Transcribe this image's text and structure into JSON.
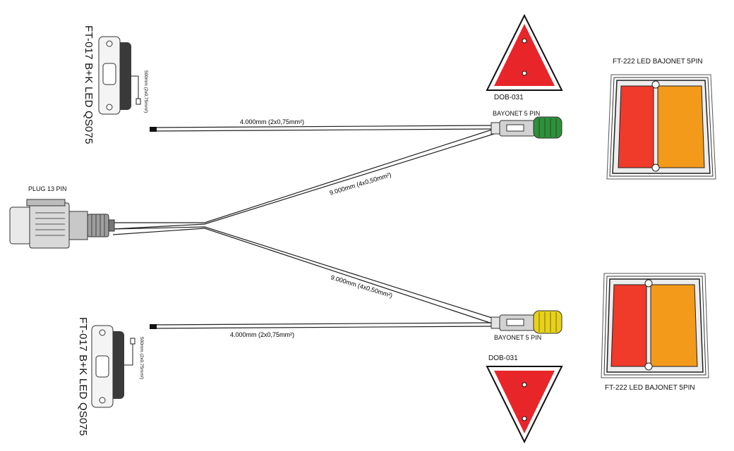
{
  "plug": {
    "label": "PLUG 13 PIN"
  },
  "top": {
    "position_lamp": "FT-017 B+K LED QS075",
    "position_lead": "500mm (2x0,75mm²)",
    "side_cable": "4.000mm (2x0,75mm²)",
    "main_cable": "9.000mm (4x0,50mm²)",
    "connector": "BAYONET 5 PIN",
    "reflector": "DOB-031",
    "rear_lamp": "FT-222 LED BAJONET 5PIN",
    "connector_color": "#2f8f3a"
  },
  "bottom": {
    "position_lamp": "FT-017 B+K LED QS075",
    "position_lead": "500mm (2x0,75mm²)",
    "side_cable": "4.000mm (2x0,75mm²)",
    "main_cable": "9.000mm (4x0,50mm²)",
    "connector": "BAYONET 5 PIN",
    "reflector": "DOB-031",
    "rear_lamp": "FT-222 LED BAJONET 5PIN",
    "connector_color": "#e6d21a"
  },
  "colors": {
    "reflector_red": "#e8262a",
    "lamp_red": "#f03a2a",
    "lamp_amber": "#f39a1a",
    "cable": "#222222"
  }
}
